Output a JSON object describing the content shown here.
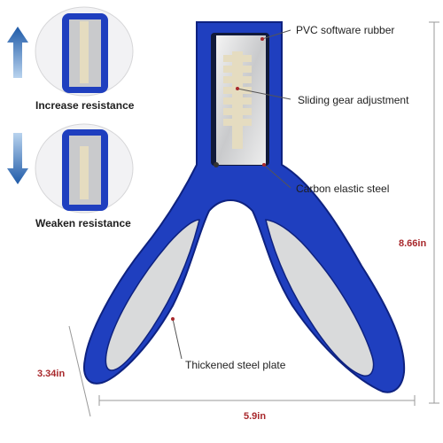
{
  "callouts": {
    "pvc": "PVC software rubber",
    "gear": "Sliding gear adjustment",
    "steel": "Carbon elastic steel",
    "plate": "Thickened steel plate"
  },
  "insets": {
    "increase": "Increase resistance",
    "weaken": "Weaken resistance"
  },
  "dimensions": {
    "height": "8.66in",
    "width": "5.9in",
    "depth": "3.34in"
  },
  "colors": {
    "body_blue": "#1f3fbf",
    "arrow_blue": "#1e6ab8",
    "dimension_red": "#a8282c",
    "mirror": "#d9dadb"
  }
}
